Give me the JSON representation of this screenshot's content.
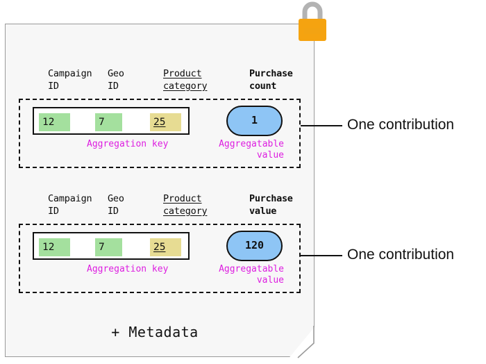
{
  "diagram": {
    "title_text": "",
    "colors": {
      "card_fill": "#f7f7f7",
      "card_border": "#9a9a9a",
      "key_green": "#a4e09e",
      "key_yellow": "#e7dc93",
      "value_blue": "#8ec5f5",
      "magenta_label": "#dd1ee0",
      "lock_body": "#f5a310",
      "lock_shackle": "#b3b3b3",
      "stroke": "#111111"
    },
    "lock": {
      "icon": "padlock-icon",
      "label": "encrypted-report-lock"
    },
    "metadata_note": "+ Metadata",
    "contributions": [
      {
        "headers": [
          {
            "name": "campaign-id",
            "text": "Campaign\nID",
            "style": "plain"
          },
          {
            "name": "geo-id",
            "text": "Geo\nID",
            "style": "plain"
          },
          {
            "name": "product-category",
            "text": "Product\ncategory",
            "style": "underline"
          },
          {
            "name": "purchase-count",
            "text": "Purchase\ncount",
            "style": "bold"
          }
        ],
        "key_cells": [
          {
            "name": "campaign-id-value",
            "value": "12",
            "color": "green",
            "underline": false
          },
          {
            "name": "geo-id-value",
            "value": "7",
            "color": "green",
            "underline": false
          },
          {
            "name": "product-category-value",
            "value": "25",
            "color": "yellow",
            "underline": true
          }
        ],
        "aggregatable_value": "1",
        "key_label": "Aggregation key",
        "value_label": "Aggregatable\nvalue",
        "callout": "One contribution"
      },
      {
        "headers": [
          {
            "name": "campaign-id",
            "text": "Campaign\nID",
            "style": "plain"
          },
          {
            "name": "geo-id",
            "text": "Geo\nID",
            "style": "plain"
          },
          {
            "name": "product-category",
            "text": "Product\ncategory",
            "style": "underline"
          },
          {
            "name": "purchase-value",
            "text": "Purchase\nvalue",
            "style": "bold"
          }
        ],
        "key_cells": [
          {
            "name": "campaign-id-value",
            "value": "12",
            "color": "green",
            "underline": false
          },
          {
            "name": "geo-id-value",
            "value": "7",
            "color": "green",
            "underline": false
          },
          {
            "name": "product-category-value",
            "value": "25",
            "color": "yellow",
            "underline": true
          }
        ],
        "aggregatable_value": "120",
        "key_label": "Aggregation key",
        "value_label": "Aggregatable\nvalue",
        "callout": "One contribution"
      }
    ]
  }
}
